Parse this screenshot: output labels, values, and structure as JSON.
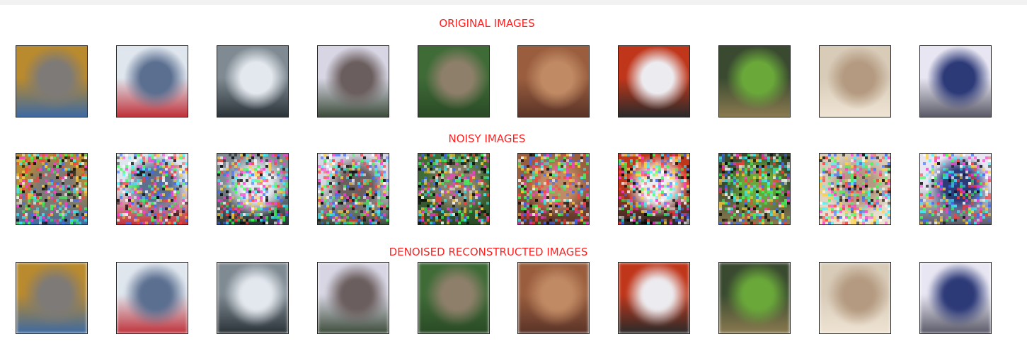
{
  "rows": [
    {
      "title": "ORIGINAL IMAGES",
      "kind": "original"
    },
    {
      "title": "NOISY IMAGES",
      "kind": "noisy"
    },
    {
      "title": "DENOISED RECONSTRUCTED IMAGES",
      "kind": "denoised"
    }
  ],
  "images": [
    {
      "name": "cat-image",
      "colors": [
        "#b98a2e",
        "#7d7a78",
        "#3d6aa3"
      ]
    },
    {
      "name": "ship-image",
      "colors": [
        "#dfe6ee",
        "#5b6f90",
        "#c0323a"
      ]
    },
    {
      "name": "boat-image",
      "colors": [
        "#7f8a92",
        "#e3e8ee",
        "#2a3338"
      ]
    },
    {
      "name": "airplane-image",
      "colors": [
        "#d8d6e4",
        "#6b5e5e",
        "#3c4c3a"
      ]
    },
    {
      "name": "frog-image",
      "colors": [
        "#3f6b37",
        "#8e7f6a",
        "#2a4a26"
      ]
    },
    {
      "name": "toad-image",
      "colors": [
        "#9a5e3e",
        "#c08a64",
        "#5a3328"
      ]
    },
    {
      "name": "car-image",
      "colors": [
        "#c0361a",
        "#ecebef",
        "#2a2a2a"
      ]
    },
    {
      "name": "tree-frog-image",
      "colors": [
        "#3a4a30",
        "#6aa83a",
        "#8a7a50"
      ]
    },
    {
      "name": "cat-light-image",
      "colors": [
        "#d8cbb8",
        "#b49a80",
        "#efe4d4"
      ]
    },
    {
      "name": "truck-image",
      "colors": [
        "#e8e6f2",
        "#2d3a78",
        "#5a5a68"
      ]
    }
  ]
}
